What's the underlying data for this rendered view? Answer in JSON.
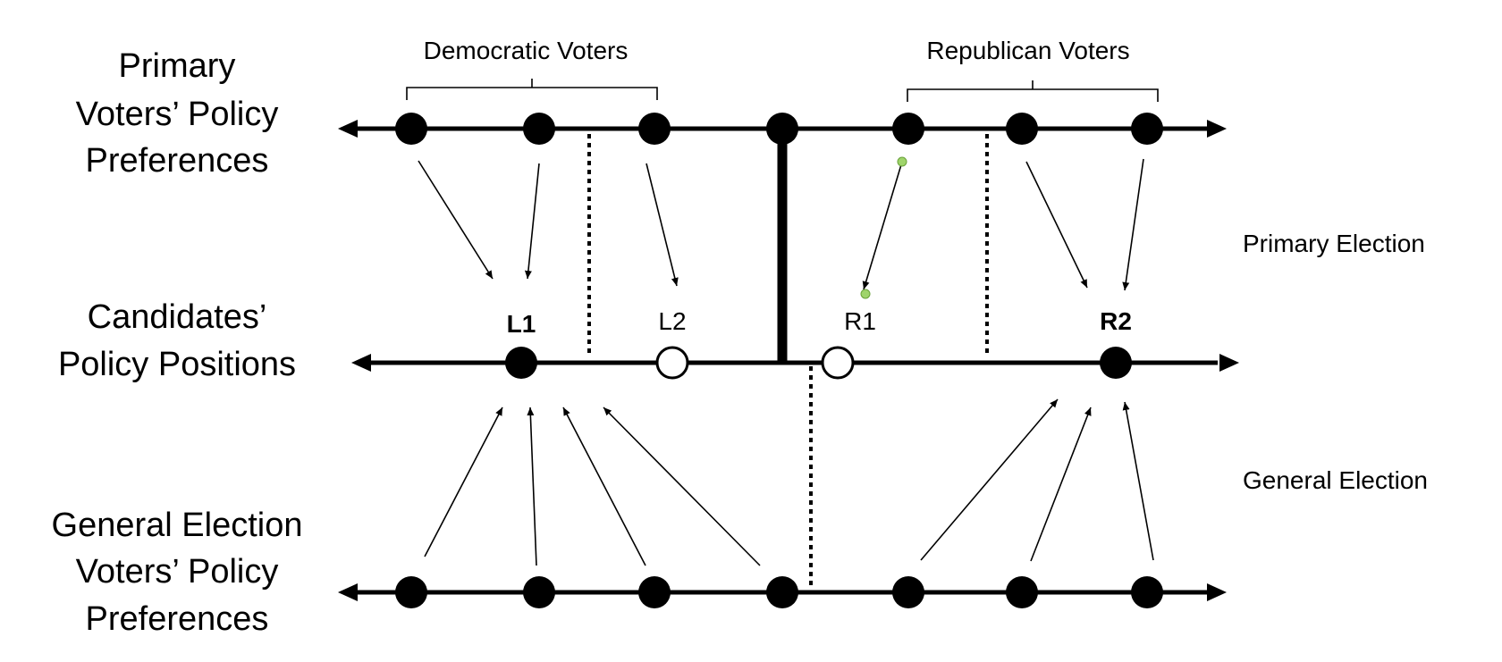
{
  "row_labels": {
    "primary": [
      "Primary",
      "Voters’ Policy",
      "Preferences"
    ],
    "candidates": [
      "Candidates’",
      "Policy Positions"
    ],
    "general": [
      "General Election",
      "Voters’ Policy",
      "Preferences"
    ]
  },
  "group_labels": {
    "democratic": "Democratic Voters",
    "republican": "Republican Voters"
  },
  "side_labels": {
    "primary": "Primary Election",
    "general": "General Election"
  },
  "candidates": [
    {
      "label": "L1",
      "bold": true,
      "filled": true
    },
    {
      "label": "L2",
      "bold": false,
      "filled": false
    },
    {
      "label": "R1",
      "bold": false,
      "filled": false
    },
    {
      "label": "R2",
      "bold": true,
      "filled": true
    }
  ],
  "colors": {
    "ink": "#000000",
    "highlight_dot": "#9fd46b"
  }
}
